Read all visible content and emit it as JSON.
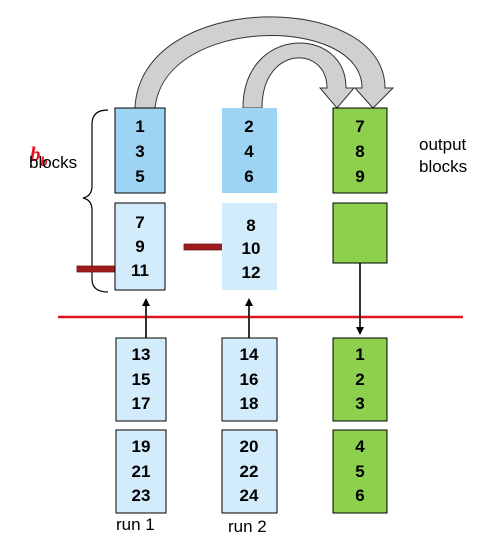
{
  "bb_label": {
    "main": "b",
    "sub": "b"
  },
  "blocks_label": "blocks",
  "output_label": [
    "output",
    "blocks"
  ],
  "run_labels": [
    "run 1",
    "run 2"
  ],
  "colors": {
    "buffer_blue": "#9dd3f3",
    "light_blue": "#d2ecfb",
    "green": "#8cd04e",
    "divider_red": "#e0141e",
    "arrow_red": "#a01c1c"
  },
  "runs": [
    {
      "buffer_blocks": [
        [
          "1",
          "3",
          "5"
        ],
        [
          "7",
          "9",
          "11"
        ]
      ],
      "disk_blocks": [
        [
          "13",
          "15",
          "17"
        ],
        [
          "19",
          "21",
          "23"
        ]
      ]
    },
    {
      "buffer_blocks": [
        [
          "2",
          "4",
          "6"
        ],
        [
          "8",
          "10",
          "12"
        ]
      ],
      "disk_blocks": [
        [
          "14",
          "16",
          "18"
        ],
        [
          "20",
          "22",
          "24"
        ]
      ]
    }
  ],
  "output": {
    "buffer_blocks": [
      [
        "7",
        "8",
        "9"
      ],
      []
    ],
    "disk_blocks": [
      [
        "1",
        "2",
        "3"
      ],
      [
        "4",
        "5",
        "6"
      ]
    ]
  }
}
